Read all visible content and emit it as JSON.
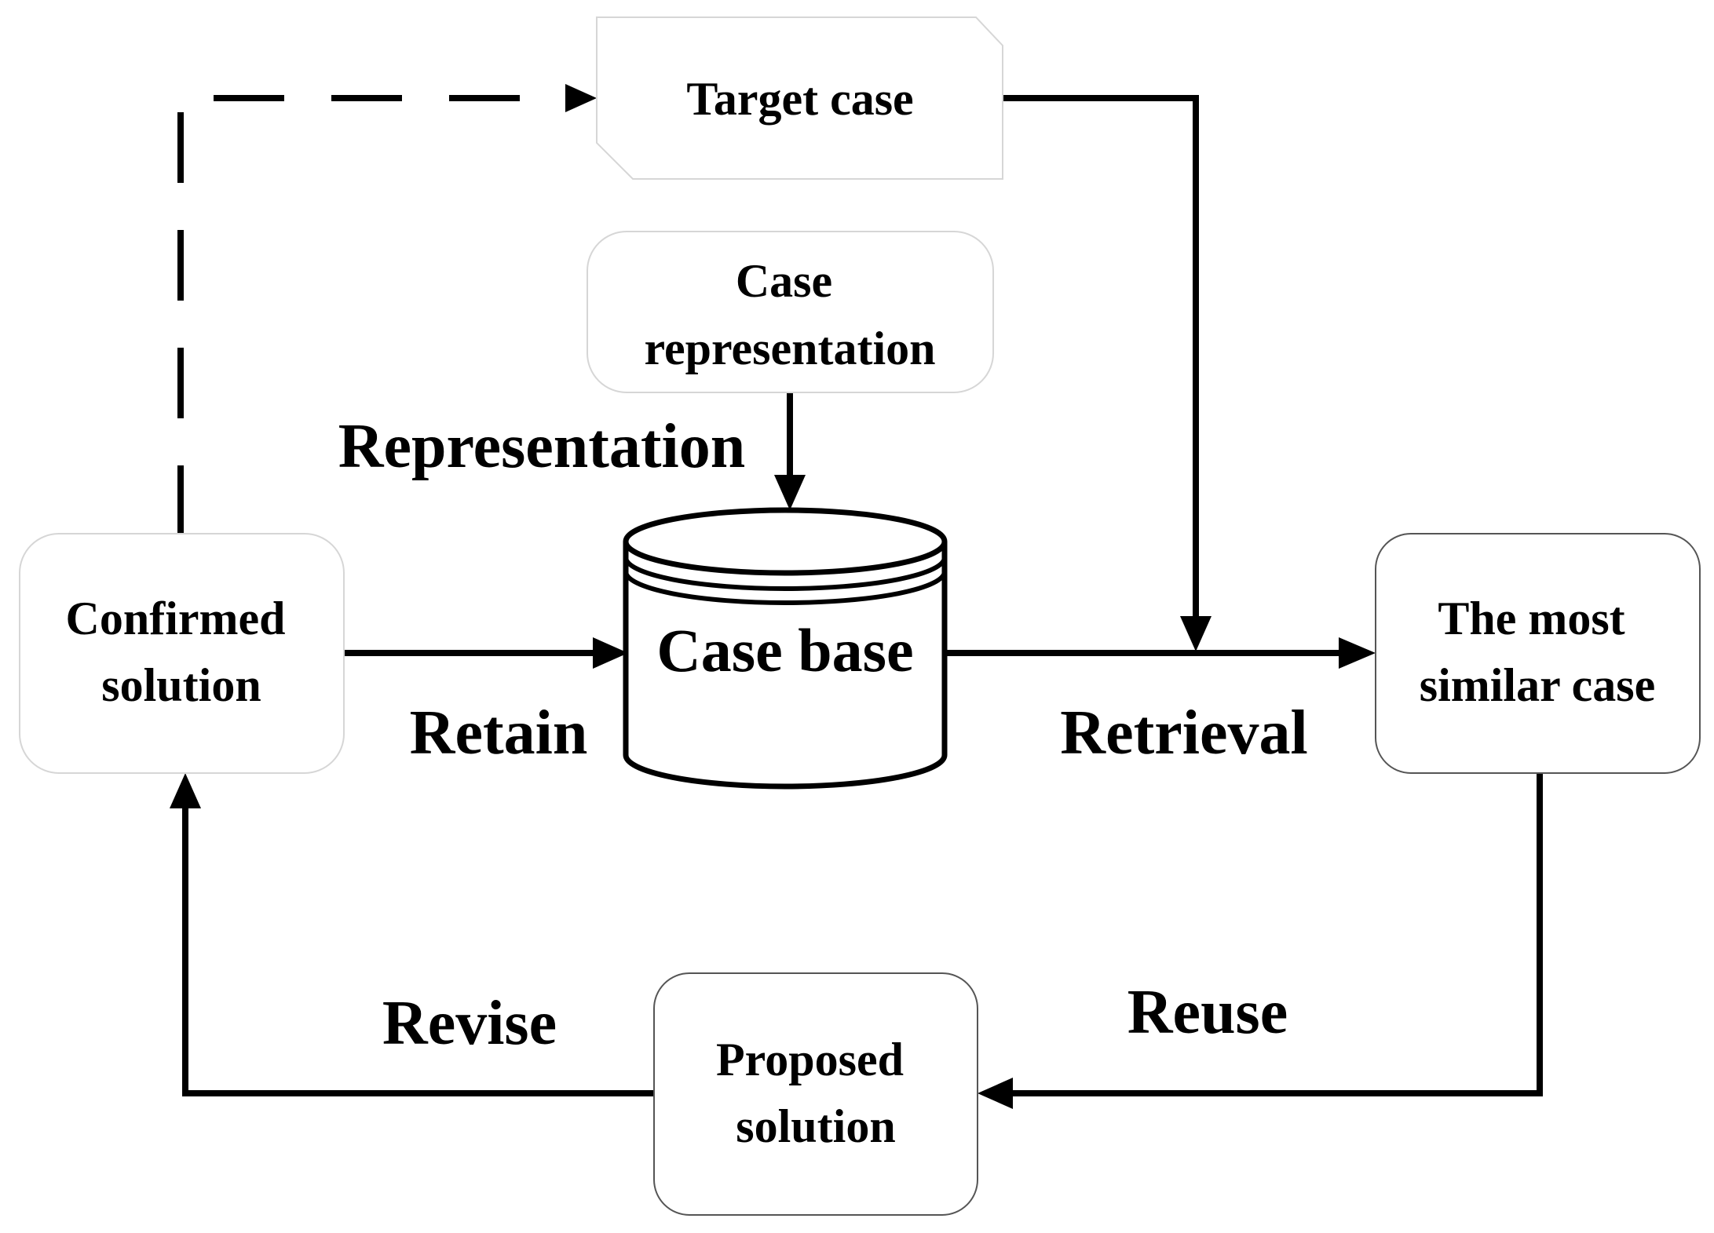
{
  "nodes": {
    "target_case": "Target case",
    "case_representation": [
      "Case",
      "representation"
    ],
    "case_base": "Case base",
    "confirmed_solution": [
      "Confirmed",
      "solution"
    ],
    "most_similar_case": [
      "The most",
      "similar case"
    ],
    "proposed_solution": [
      "Proposed",
      "solution"
    ]
  },
  "edges": {
    "representation": "Representation",
    "retain": "Retain",
    "retrieval": "Retrieval",
    "reuse": "Reuse",
    "revise": "Revise"
  }
}
